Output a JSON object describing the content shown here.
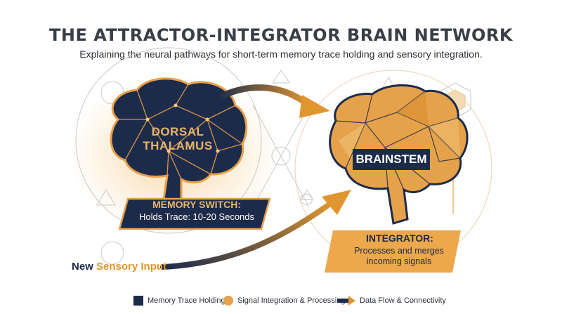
{
  "title": "THE ATTRACTOR-INTEGRATOR BRAIN NETWORK",
  "subtitle": "Explaining the neural pathways for short-term memory trace holding and sensory integration.",
  "dorsal_thalamus": {
    "line1": "DORSAL",
    "line2": "THALAMUS"
  },
  "brainstem": {
    "label": "BRAINSTEM"
  },
  "memory_switch": {
    "title": "MEMORY SWITCH:",
    "description": "Holds Trace: 10-20 Seconds"
  },
  "integrator": {
    "title": "INTEGRATOR:",
    "line1": "Processes and merges",
    "line2": "incoming signals"
  },
  "sensory_input": {
    "word1": "New",
    "word2": "Sensory Input"
  },
  "legend": {
    "memory": "Memory Trace Holding",
    "signal": "Signal Integration & Processing",
    "flow": "Data Flow & Connectivity"
  },
  "colors": {
    "navy": "#1d2b4a",
    "orange": "#e0962e",
    "light_orange": "#f0c27a"
  }
}
